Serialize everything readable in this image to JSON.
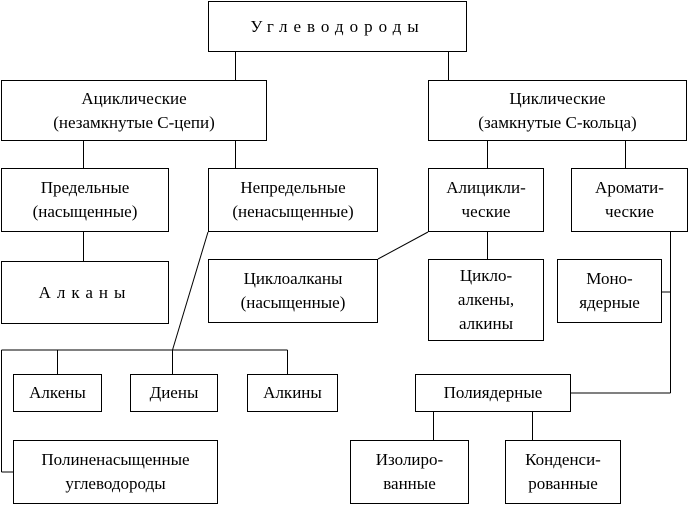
{
  "diagram": {
    "root": {
      "text": "Углеводороды"
    },
    "acyclic": {
      "line1": "Ациклические",
      "line2": "(незамкнутые С-цепи)"
    },
    "cyclic": {
      "line1": "Циклические",
      "line2": "(замкнутые С-кольца)"
    },
    "saturated": {
      "line1": "Предельные",
      "line2": "(насыщенные)"
    },
    "unsaturated": {
      "line1": "Непредельные",
      "line2": "(ненасыщенные)"
    },
    "alicyclic": {
      "line1": "Алицикли-",
      "line2": "ческие"
    },
    "aromatic": {
      "line1": "Аромати-",
      "line2": "ческие"
    },
    "alkanes": {
      "text": "Алканы"
    },
    "cycloalkanes": {
      "line1": "Циклоалканы",
      "line2": "(насыщенные)"
    },
    "cycloalkenes": {
      "line1": "Цикло-",
      "line2": "алкены,",
      "line3": "алкины"
    },
    "mononuclear": {
      "line1": "Моно-",
      "line2": "ядерные"
    },
    "alkenes": {
      "text": "Алкены"
    },
    "dienes": {
      "text": "Диены"
    },
    "alkynes": {
      "text": "Алкины"
    },
    "polynuclear": {
      "text": "Полиядерные"
    },
    "polyunsaturated": {
      "line1": "Полиненасыщенные",
      "line2": "углеводороды"
    },
    "isolated": {
      "line1": "Изолиро-",
      "line2": "ванные"
    },
    "condensed": {
      "line1": "Конденси-",
      "line2": "рованные"
    }
  }
}
